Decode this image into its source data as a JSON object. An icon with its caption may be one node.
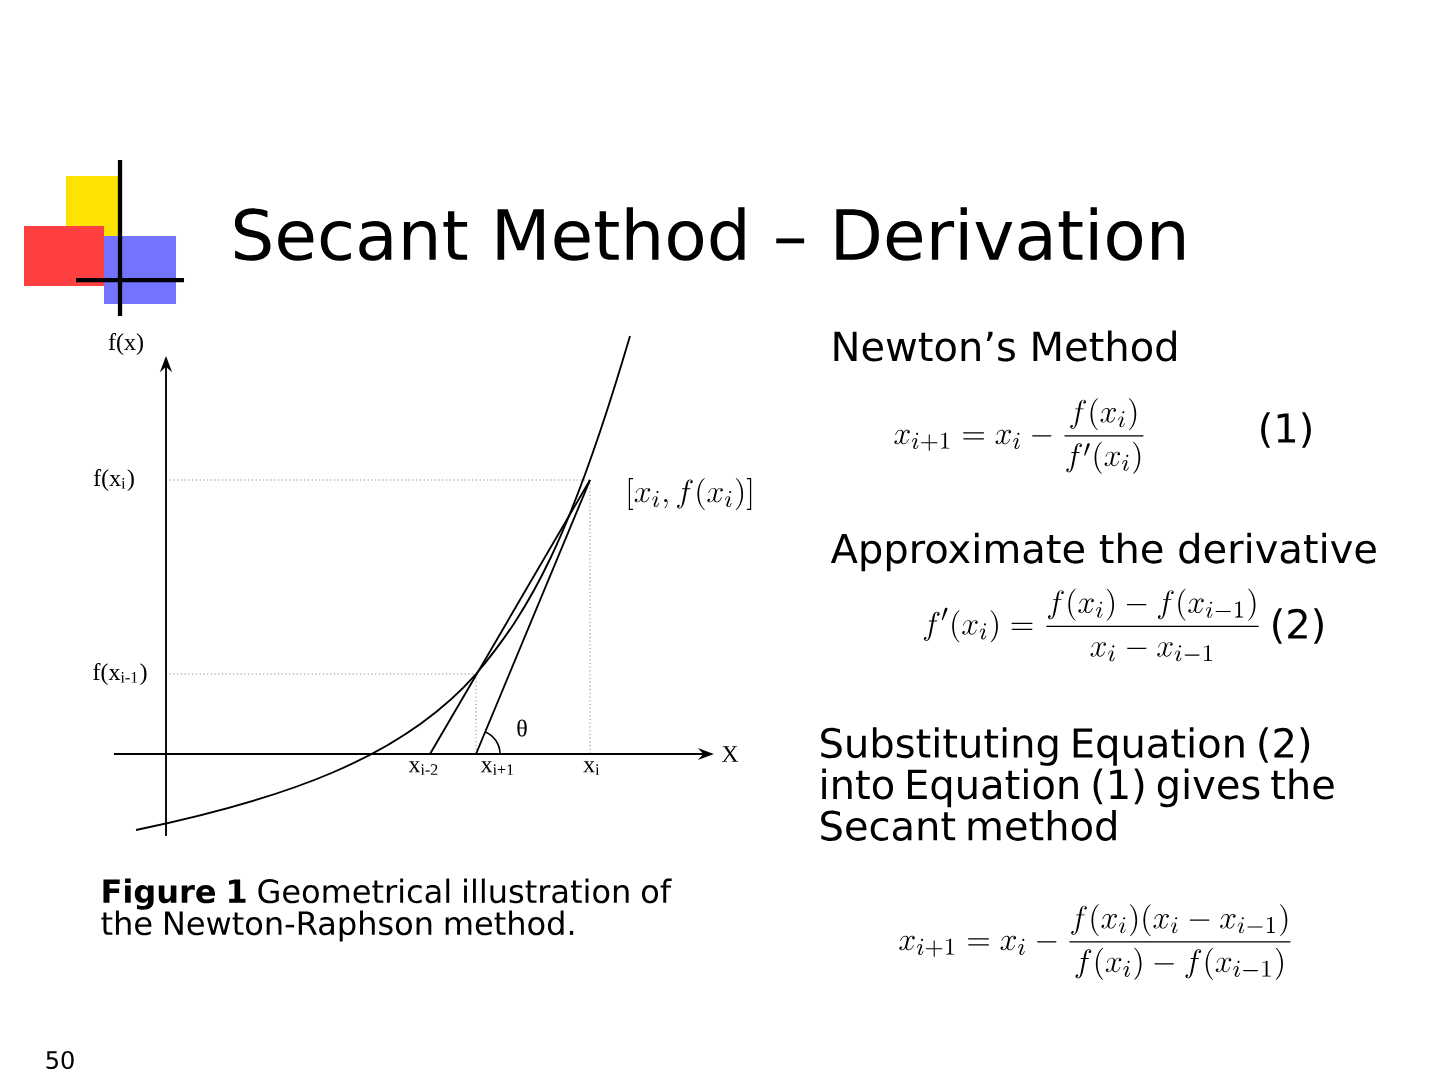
{
  "diagram": {
    "title": "Secant Method – Derivation",
    "caption": "**Figure 1** Geometrical illustration of the Newton-Raphson method.",
    "labels": [
      "Newton’s Method",
      "x_{i+1} = x_i - \\frac{f(x_i)}{f'(x_i)}",
      "(1)",
      "f(x)",
      "\\left[x_i, f(x_i)\\right]",
      "f(x$_{i}$)",
      "Approximate the derivative",
      "f'(x_i) = \\frac{f(x_i) - f(x_{i-1})}{x_i - x_{i-1}}",
      "(2)",
      "f(x$_{i-1}$)",
      "θ",
      "X",
      "x$_{i-2}$",
      "x$_{i+1}$",
      "x$_{i}$",
      "Substituting Equation (2) into Equation (1) gives the Secant method",
      "x_{i+1} = x_i - \\frac{f(x_i)(x_i - x_{i-1})}{f(x_i) - f(x_{i-1})}",
      "50"
    ]
  }
}
